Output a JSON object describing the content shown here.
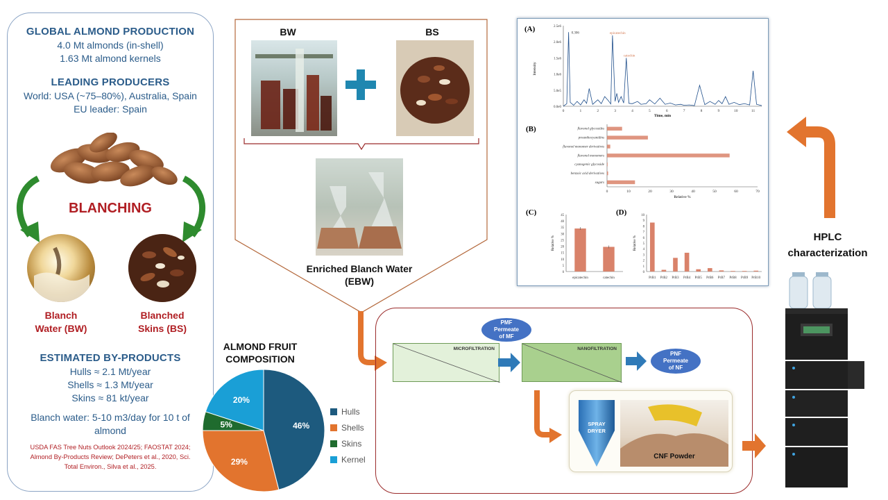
{
  "left_panel": {
    "global_title": "GLOBAL ALMOND PRODUCTION",
    "global_line1": "4.0 Mt almonds (in-shell)",
    "global_line2": "1.63 Mt almond kernels",
    "leading_title": "LEADING PRODUCERS",
    "leading_line1": "World: USA (~75–80%), Australia, Spain",
    "leading_line2": "EU leader: Spain",
    "blanching": "BLANCHING",
    "bw_label_1": "Blanch",
    "bw_label_2": "Water (BW)",
    "bs_label_1": "Blanched",
    "bs_label_2": "Skins (BS)",
    "byproducts_title": "ESTIMATED BY-PRODUCTS",
    "hulls": "Hulls ≈ 2.1 Mt/year",
    "shells": "Shells ≈ 1.3 Mt/year",
    "skins": "Skins ≈ 81 kt/year",
    "blanch_water_1": "Blanch water: 5-10 m3/day for 10 t of",
    "blanch_water_2": "almond",
    "ref_1": "USDA FAS Tree Nuts Outlook 2024/25; FAOSTAT 2024;",
    "ref_2": "Almond By-Products Review; DePeters et al., 2020, Sci.",
    "ref_3": "Total Environ., Silva et al., 2025."
  },
  "top_center": {
    "bw": "BW",
    "bs": "BS",
    "ebw_1": "Enriched Blanch Water",
    "ebw_2": "(EBW)"
  },
  "pie": {
    "title_1": "ALMOND FRUIT",
    "title_2": "COMPOSITION",
    "colors": {
      "Hulls": "#1d5a7e",
      "Shells": "#e2742e",
      "Skins": "#1f6b2e",
      "Kernel": "#1a9fd6"
    }
  },
  "process": {
    "pmf_1": "PMF",
    "pmf_2": "Permeate",
    "pmf_3": "of MF",
    "microfiltration": "MICROFILTRATION",
    "nanofiltration": "NANOFILTRATION",
    "pnf_1": "PNF",
    "pnf_2": "Permeate",
    "pnf_3": "of NF",
    "spray_1": "SPRAY",
    "spray_2": "DRYER",
    "cnf_powder": "CNF Powder"
  },
  "hplc": {
    "label_1": "HPLC",
    "label_2": "characterization"
  },
  "chart_data": [
    {
      "type": "pie",
      "title": "ALMOND FRUIT COMPOSITION",
      "categories": [
        "Hulls",
        "Shells",
        "Skins",
        "Kernel"
      ],
      "values": [
        46,
        29,
        5,
        20
      ],
      "value_labels": [
        "46%",
        "29%",
        "5%",
        "20%"
      ],
      "legend": "right"
    },
    {
      "type": "line",
      "panel": "(A)",
      "xlabel": "Time, min",
      "ylabel": "Intensity",
      "xlim": [
        0,
        11.5
      ],
      "ylim": [
        0,
        2500000
      ],
      "x_ticks": [
        "0",
        "1",
        "2",
        "3",
        "4",
        "5",
        "6",
        "7",
        "8",
        "9",
        "10",
        "11"
      ],
      "y_ticks": [
        "0.0e0",
        "5.0e5",
        "1.0e6",
        "1.5e6",
        "2.0e6",
        "2.5e6"
      ],
      "annotations": [
        "0.306",
        "epicatechin",
        "catechin"
      ],
      "x": [
        0,
        0.2,
        0.306,
        0.4,
        0.6,
        0.8,
        1.0,
        1.2,
        1.35,
        1.5,
        1.7,
        2.0,
        2.2,
        2.4,
        2.6,
        2.75,
        2.85,
        3.0,
        3.1,
        3.2,
        3.35,
        3.5,
        3.65,
        3.8,
        4.0,
        4.3,
        4.5,
        4.8,
        5.0,
        5.3,
        5.6,
        5.9,
        6.2,
        6.5,
        6.8,
        7.0,
        7.3,
        7.6,
        7.9,
        8.2,
        8.5,
        8.8,
        9.0,
        9.2,
        9.4,
        9.6,
        9.9,
        10.2,
        10.5,
        10.8,
        11.0,
        11.2,
        11.5
      ],
      "y": [
        0,
        80000,
        2300000,
        120000,
        30000,
        150000,
        40000,
        200000,
        90000,
        550000,
        60000,
        200000,
        80000,
        300000,
        180000,
        70000,
        2200000,
        150000,
        400000,
        120000,
        300000,
        100000,
        1500000,
        90000,
        80000,
        150000,
        60000,
        80000,
        200000,
        70000,
        250000,
        60000,
        100000,
        40000,
        60000,
        30000,
        40000,
        20000,
        650000,
        50000,
        150000,
        60000,
        180000,
        80000,
        300000,
        60000,
        120000,
        50000,
        80000,
        40000,
        1100000,
        60000,
        20000
      ]
    },
    {
      "type": "bar",
      "panel": "(B)",
      "orientation": "horizontal",
      "xlabel": "Relative %",
      "xlim": [
        0,
        70
      ],
      "x_ticks": [
        "0",
        "10",
        "20",
        "30",
        "40",
        "50",
        "60",
        "70"
      ],
      "categories": [
        "flavonol glycosides",
        "proanthocyanidins",
        "flavonol monomer derivatives",
        "flavonol monomers",
        "cyanogenic glycoside",
        "benzoic acid derivatives",
        "sugars"
      ],
      "values": [
        7,
        19,
        1.5,
        57,
        0.2,
        0.5,
        13
      ]
    },
    {
      "type": "bar",
      "panel": "(C)",
      "ylabel": "Relative %",
      "ylim": [
        0,
        45
      ],
      "y_ticks": [
        "0",
        "5",
        "10",
        "15",
        "20",
        "25",
        "30",
        "35",
        "40",
        "45"
      ],
      "categories": [
        "epicatechin",
        "catechin"
      ],
      "values": [
        34,
        19.5
      ]
    },
    {
      "type": "bar",
      "panel": "(D)",
      "ylabel": "Relative %",
      "ylim": [
        0,
        10
      ],
      "y_ticks": [
        "0",
        "1",
        "2",
        "3",
        "4",
        "5",
        "6",
        "7",
        "8",
        "9",
        "10"
      ],
      "categories": [
        "PrB1",
        "PrB2",
        "PrB3",
        "PrB4",
        "PrB5",
        "PrB6",
        "PrB7",
        "PrB8",
        "PrB9",
        "PrB10"
      ],
      "values": [
        8.6,
        0.3,
        2.4,
        3.3,
        0.4,
        0.6,
        0.2,
        0.1,
        0.1,
        0.15
      ]
    }
  ]
}
